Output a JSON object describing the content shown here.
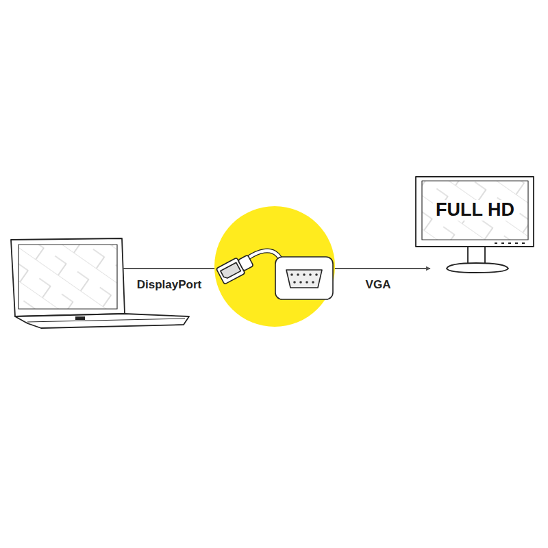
{
  "diagram": {
    "nodes": [
      {
        "text": [
          "FULL HD"
        ]
      }
    ],
    "labels": [
      "DisplayPort",
      "VGA"
    ]
  }
}
